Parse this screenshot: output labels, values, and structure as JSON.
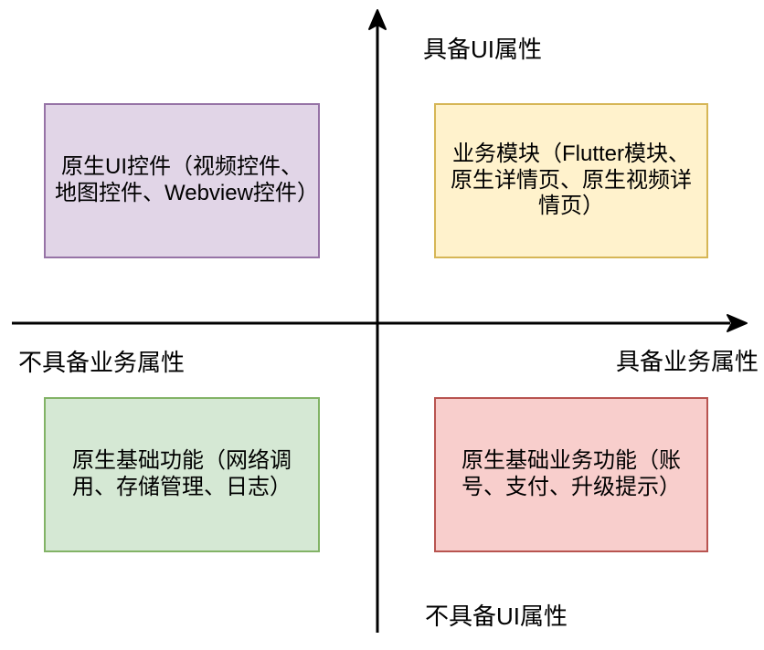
{
  "diagram": {
    "type": "quadrant-matrix",
    "axes": {
      "top_label": "具备UI属性",
      "bottom_label": "不具备UI属性",
      "left_label": "不具备业务属性",
      "right_label": "具备业务属性",
      "axis_color": "#000000",
      "arrow_directions": [
        "up",
        "right"
      ]
    },
    "quadrants": [
      {
        "position": "top-left",
        "label": "原生UI控件（视频控件、地图控件、Webview控件）",
        "fill": "#E1D5E7",
        "border": "#9673A6"
      },
      {
        "position": "top-right",
        "label": "业务模块（Flutter模块、原生详情页、原生视频详情页）",
        "fill": "#FFF2CC",
        "border": "#D6B656"
      },
      {
        "position": "bottom-left",
        "label": "原生基础功能（网络调用、存储管理、日志）",
        "fill": "#D5E8D4",
        "border": "#82B366"
      },
      {
        "position": "bottom-right",
        "label": "原生基础业务功能（账号、支付、升级提示）",
        "fill": "#F8CECC",
        "border": "#B85450"
      }
    ],
    "colors": {
      "background": "#FFFFFF",
      "text": "#000000"
    }
  }
}
